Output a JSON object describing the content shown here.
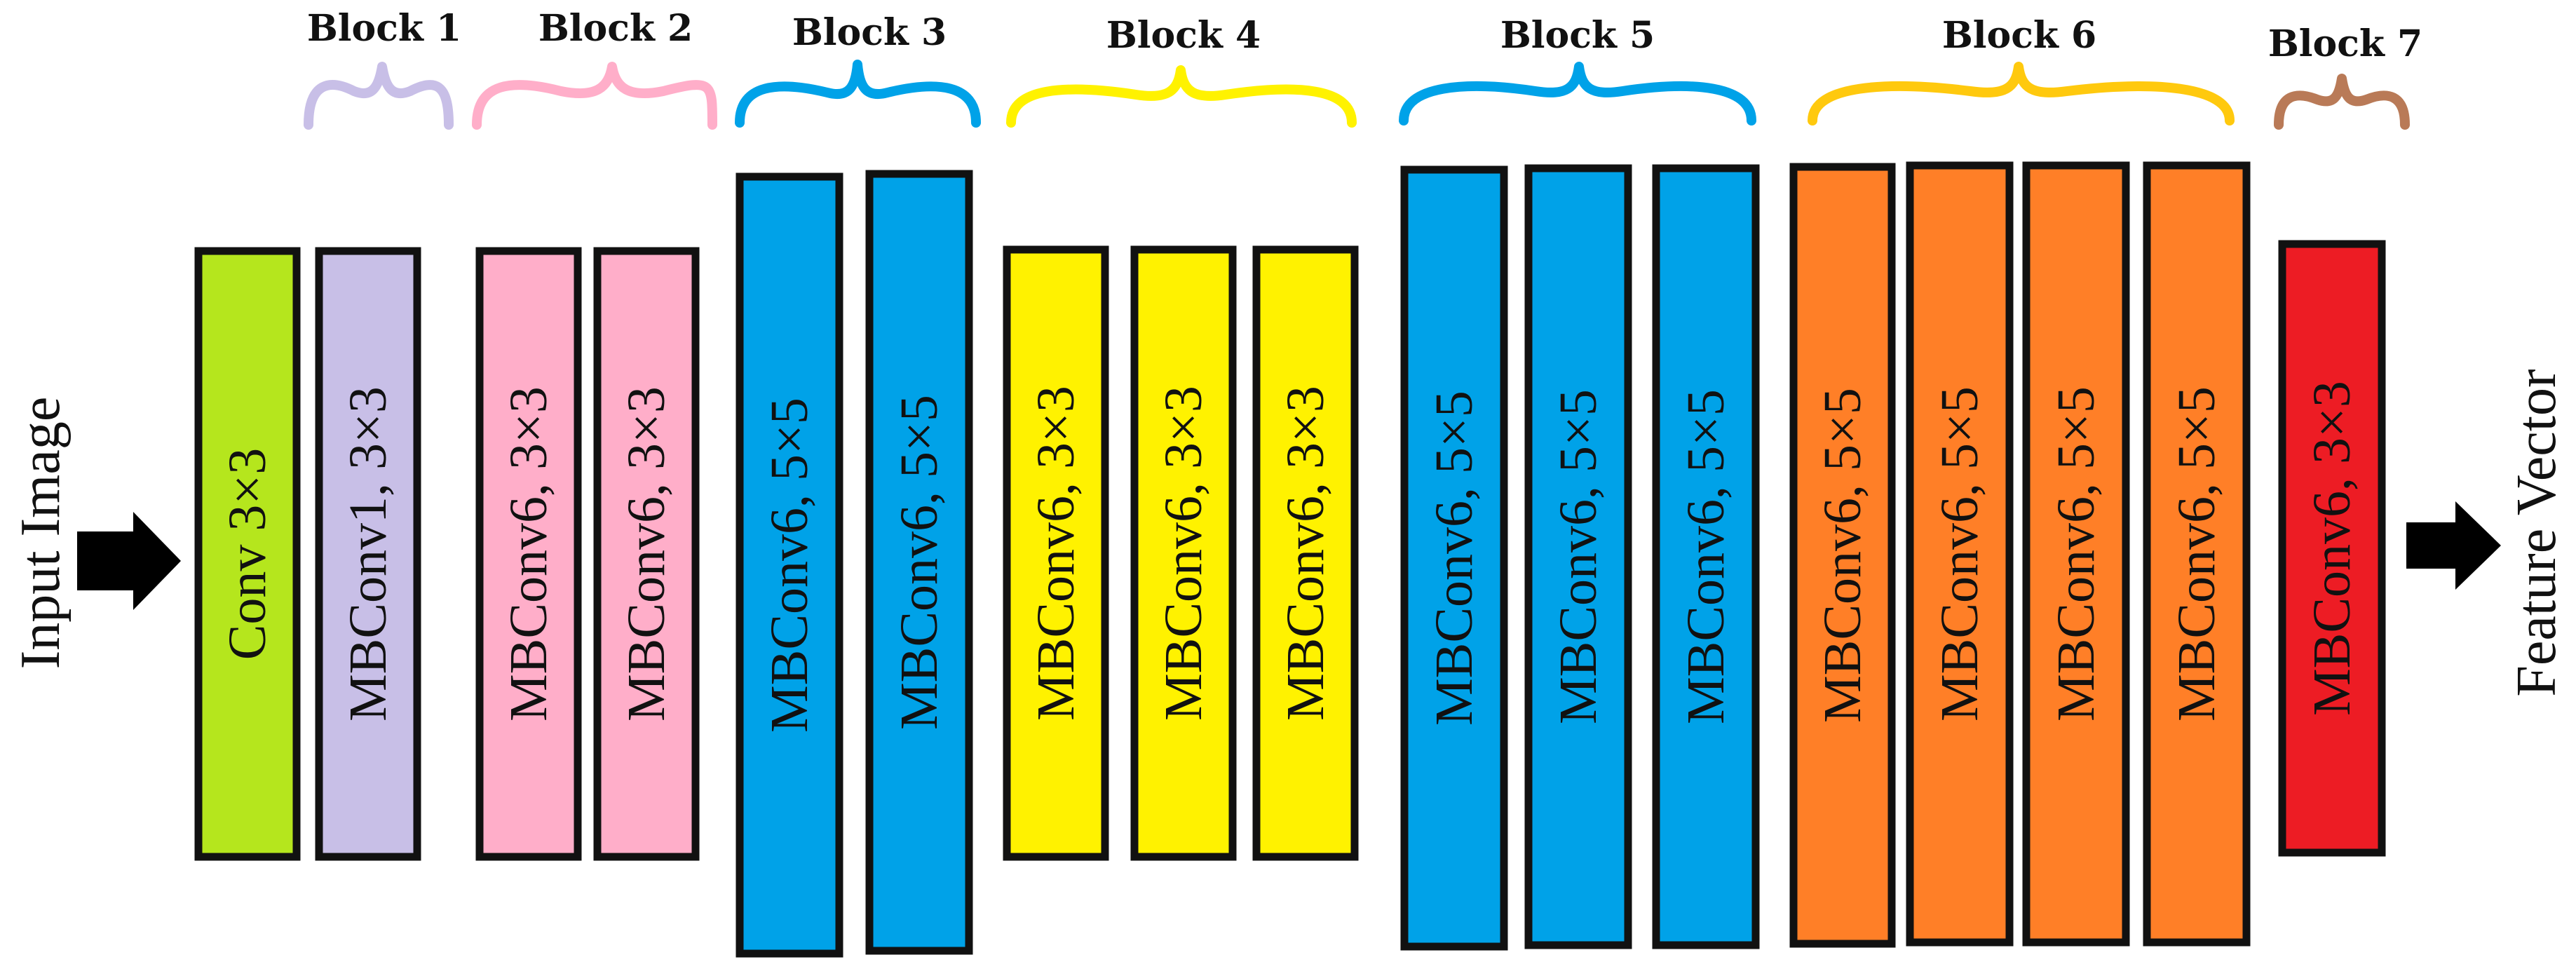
{
  "input_label": "Input Image",
  "output_label": "Feature Vector",
  "blocks": [
    {
      "title": "Block 1",
      "color": "#c8bfe7"
    },
    {
      "title": "Block 2",
      "color": "#ffaec9"
    },
    {
      "title": "Block 3",
      "color": "#00a2e8"
    },
    {
      "title": "Block 4",
      "color": "#fff200"
    },
    {
      "title": "Block 5",
      "color": "#00a2e8"
    },
    {
      "title": "Block 6",
      "color": "#ffc90e"
    },
    {
      "title": "Block 7",
      "color": "#b97a57"
    }
  ],
  "layers": [
    {
      "label": "Conv 3×3",
      "color": "#b5e61d"
    },
    {
      "label": "MBConv1, 3×3",
      "color": "#c8bfe7"
    },
    {
      "label": "MBConv6, 3×3",
      "color": "#ffaec9"
    },
    {
      "label": "MBConv6, 3×3",
      "color": "#ffaec9"
    },
    {
      "label": "MBConv6, 5×5",
      "color": "#00a2e8"
    },
    {
      "label": "MBConv6, 5×5",
      "color": "#00a2e8"
    },
    {
      "label": "MBConv6, 3×3",
      "color": "#fff200"
    },
    {
      "label": "MBConv6, 3×3",
      "color": "#fff200"
    },
    {
      "label": "MBConv6, 3×3",
      "color": "#fff200"
    },
    {
      "label": "MBConv6, 5×5",
      "color": "#00a2e8"
    },
    {
      "label": "MBConv6, 5×5",
      "color": "#00a2e8"
    },
    {
      "label": "MBConv6, 5×5",
      "color": "#00a2e8"
    },
    {
      "label": "MBConv6, 5×5",
      "color": "#ff7f27"
    },
    {
      "label": "MBConv6, 5×5",
      "color": "#ff7f27"
    },
    {
      "label": "MBConv6, 5×5",
      "color": "#ff7f27"
    },
    {
      "label": "MBConv6, 5×5",
      "color": "#ff7f27"
    },
    {
      "label": "MBConv6, 3×3",
      "color": "#ed1c24"
    }
  ]
}
